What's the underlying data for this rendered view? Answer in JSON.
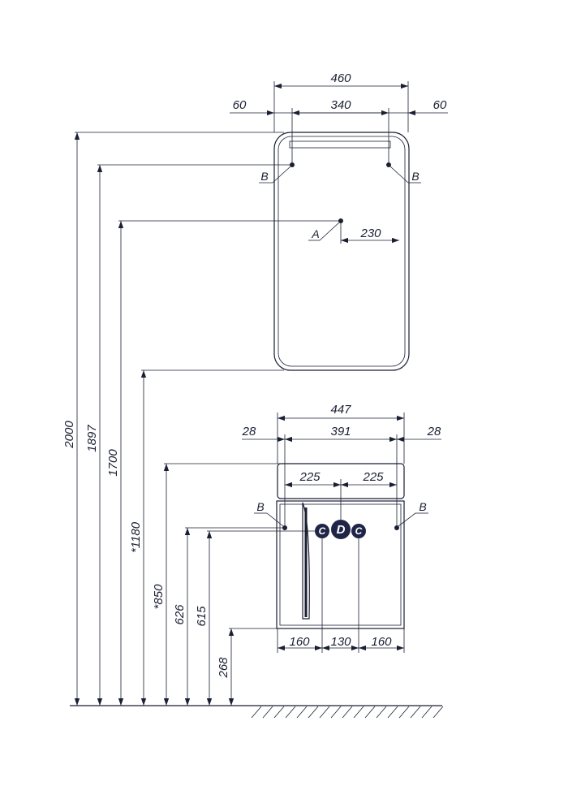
{
  "mirror": {
    "width_total": "460",
    "inner_width": "340",
    "offset_left": "60",
    "offset_right": "60",
    "marker_b_left": "B",
    "marker_b_right": "B",
    "marker_a": "A",
    "a_offset": "230"
  },
  "cabinet": {
    "width_total": "447",
    "inner_width": "391",
    "offset_left": "28",
    "offset_right": "28",
    "half_left": "225",
    "half_right": "225",
    "marker_b_left": "B",
    "marker_b_right": "B",
    "badge_c_left": "C",
    "badge_d": "D",
    "badge_c_right": "C",
    "bottom_left": "160",
    "bottom_mid": "130",
    "bottom_right": "160"
  },
  "heights": {
    "h2000": "2000",
    "h1897": "1897",
    "h1700": "1700",
    "h1180": "*1180",
    "h850": "*850",
    "h626": "626",
    "h615": "615",
    "h268": "268"
  }
}
